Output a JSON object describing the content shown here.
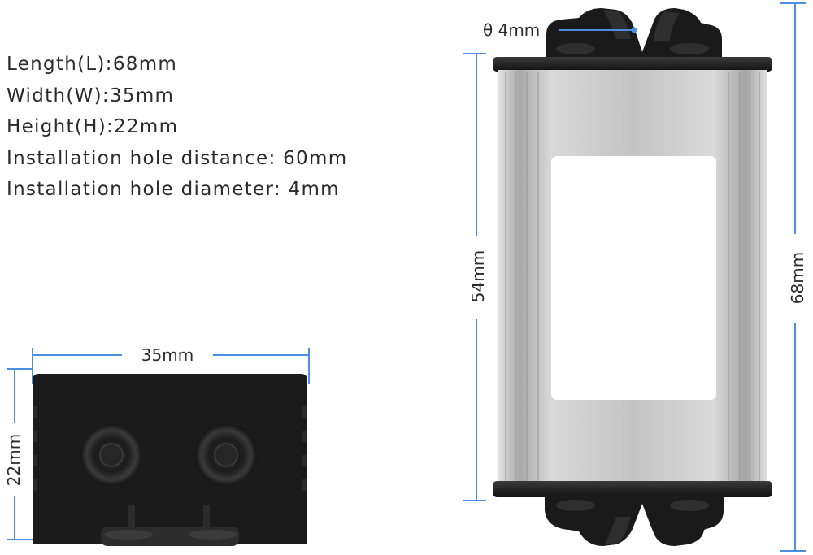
{
  "specs": [
    "Length(L):68mm",
    "Width(W):35mm",
    "Height(H):22mm",
    "Installation hole distance:  60mm",
    "Installation hole diameter:  4mm"
  ],
  "dimensions": {
    "hole_diameter": "θ 4mm",
    "inner_length": "54mm",
    "total_length": "68mm",
    "width": "35mm",
    "height": "22mm"
  },
  "colors": {
    "dimension_line": "#4a8fe0",
    "housing_black": "#1b1b1b",
    "housing_silver": "#c8c8c8"
  }
}
